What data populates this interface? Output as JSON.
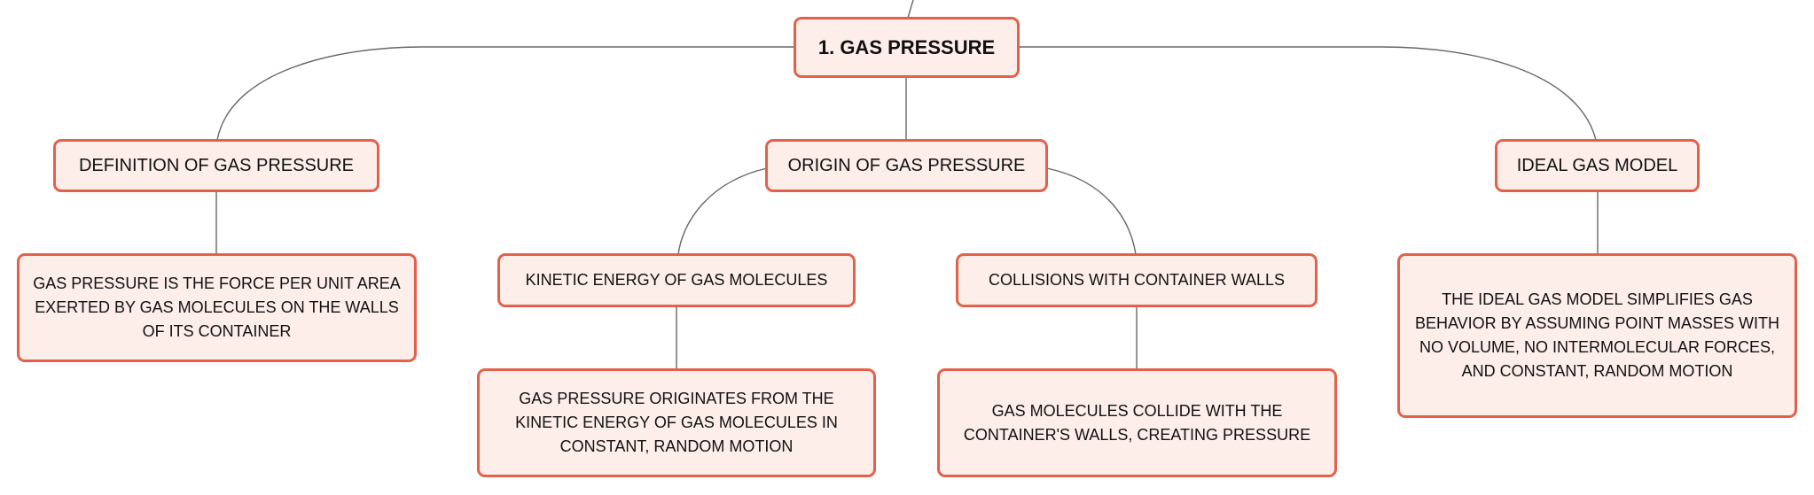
{
  "root": {
    "label": "1. GAS PRESSURE"
  },
  "definition": {
    "label": "DEFINITION OF GAS PRESSURE",
    "detail": "GAS PRESSURE IS THE FORCE PER UNIT AREA EXERTED BY GAS MOLECULES ON THE WALLS OF ITS CONTAINER"
  },
  "origin": {
    "label": "ORIGIN OF GAS PRESSURE",
    "kinetic": {
      "label": "KINETIC ENERGY OF GAS MOLECULES",
      "detail": "GAS PRESSURE ORIGINATES FROM THE KINETIC ENERGY OF GAS MOLECULES IN CONSTANT, RANDOM MOTION"
    },
    "collisions": {
      "label": "COLLISIONS WITH CONTAINER WALLS",
      "detail": "GAS MOLECULES COLLIDE WITH THE CONTAINER'S WALLS, CREATING PRESSURE"
    }
  },
  "ideal": {
    "label": "IDEAL GAS MODEL",
    "detail": "THE IDEAL GAS MODEL SIMPLIFIES GAS BEHAVIOR BY ASSUMING POINT MASSES WITH NO VOLUME, NO INTERMOLECULAR FORCES, AND CONSTANT, RANDOM MOTION"
  },
  "colors": {
    "node_fill": "#fdeee9",
    "node_border": "#e3614b",
    "connector": "#666666"
  }
}
